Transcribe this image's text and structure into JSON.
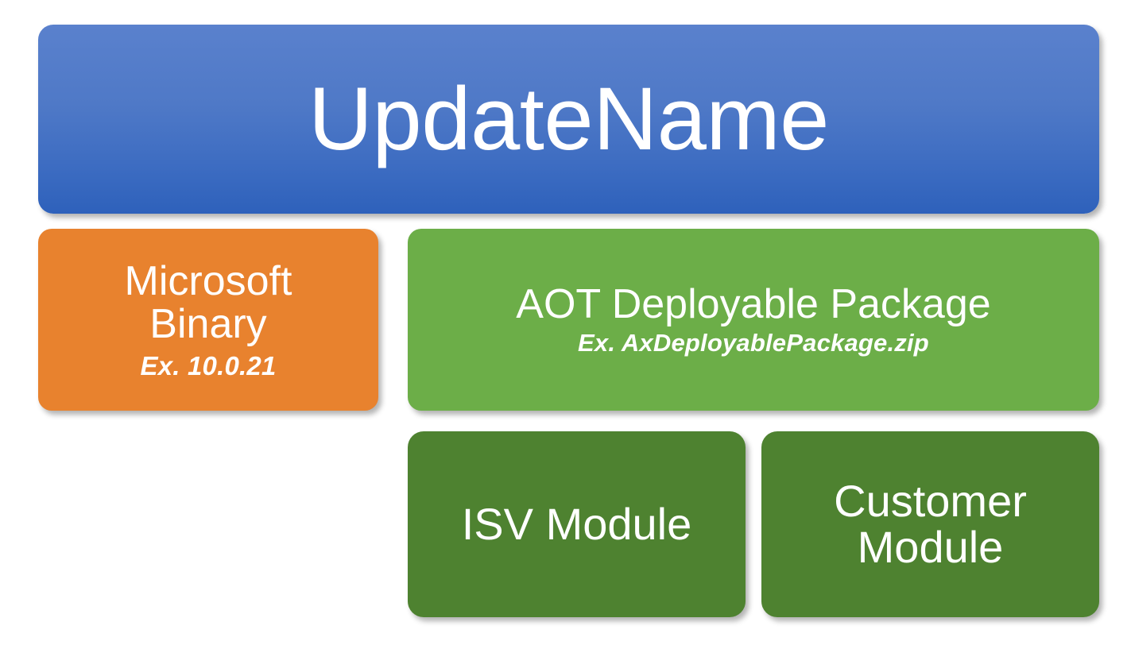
{
  "diagram": {
    "type": "hierarchy-block-diagram",
    "background_color": "#ffffff",
    "root": {
      "label": "UpdateName",
      "color": "#4f79c7",
      "gradient_top": "#5a81cd",
      "gradient_bottom": "#2e61bb"
    },
    "children": [
      {
        "label": "Microsoft\nBinary",
        "example": "Ex. 10.0.21",
        "color": "#e8822e",
        "role": "microsoft-binary"
      },
      {
        "label": "AOT Deployable Package",
        "example": "Ex. AxDeployablePackage.zip",
        "color": "#6cae48",
        "role": "aot-deployable-package",
        "children": [
          {
            "label": "ISV Module",
            "color": "#4e8230",
            "role": "isv-module"
          },
          {
            "label": "Customer\nModule",
            "color": "#4e8230",
            "role": "customer-module"
          }
        ]
      }
    ]
  }
}
